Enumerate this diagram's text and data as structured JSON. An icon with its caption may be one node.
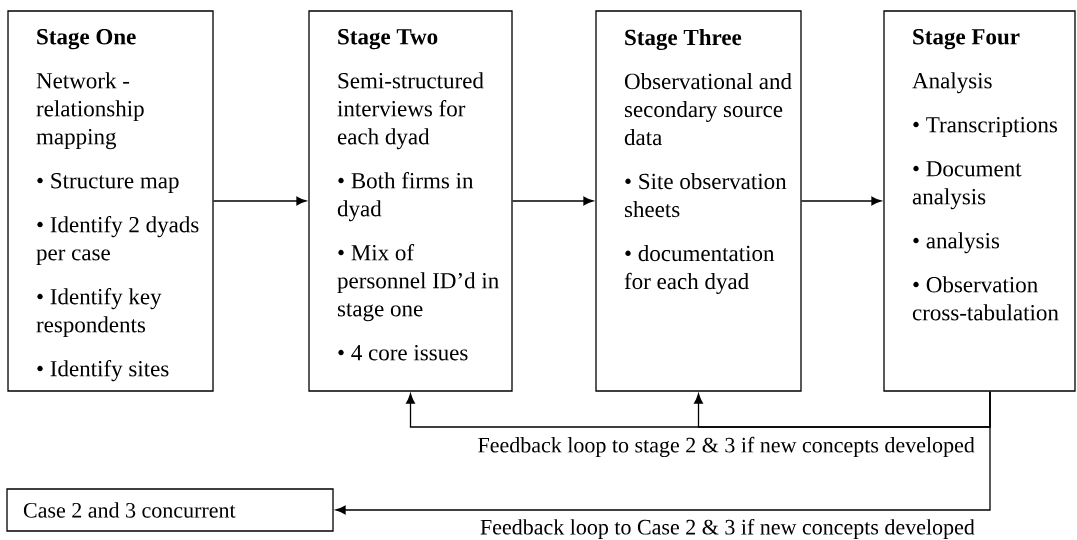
{
  "diagram": {
    "nodes": [
      {
        "text": [
          "Stage One",
          "Network - relationship mapping",
          "• Structure map",
          "• Identify 2 dyads per case",
          "• Identify key respondents",
          "• Identify sites"
        ]
      },
      {
        "text": [
          "Stage Two",
          "Semi-structured interviews for each dyad",
          "• Both firms in dyad",
          "• Mix of personnel ID’d in stage one",
          "• 4 core issues"
        ]
      },
      {
        "text": [
          "Stage Three",
          "Observational and secondary source data",
          "• Site observation sheets",
          "• documentation for each dyad"
        ]
      },
      {
        "text": [
          "Stage Four",
          "Analysis",
          "• Transcriptions",
          "• Document analysis",
          "• analysis",
          "• Observation cross-tabulation"
        ]
      },
      {
        "text": [
          "Case 2 and 3 concurrent"
        ]
      }
    ],
    "edges": [
      {
        "from": 0,
        "to": 1,
        "arrow": "to"
      },
      {
        "from": 1,
        "to": 2,
        "arrow": "to"
      },
      {
        "from": 2,
        "to": 3,
        "arrow": "to"
      },
      {
        "from": 3,
        "to": 1,
        "arrow": "to",
        "label": "Feedback loop to stage 2 & 3 if new concepts developed"
      },
      {
        "from": 3,
        "to": 2,
        "arrow": "to"
      },
      {
        "from": 3,
        "to": 4,
        "arrow": "to",
        "label": "Feedback loop to Case 2 & 3 if new concepts developed"
      }
    ]
  }
}
